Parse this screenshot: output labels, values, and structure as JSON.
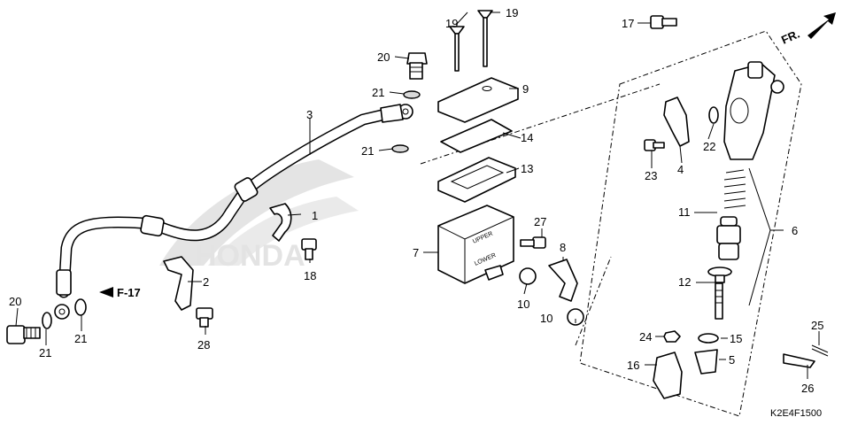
{
  "diagram": {
    "code": "K2E4F1500",
    "direction_label": "FR.",
    "reference_label": "F-17",
    "watermark": "HONDA",
    "callouts": {
      "c1": "1",
      "c2": "2",
      "c3": "3",
      "c4": "4",
      "c5": "5",
      "c6": "6",
      "c7": "7",
      "c8": "8",
      "c9": "9",
      "c10a": "10",
      "c10b": "10",
      "c11": "11",
      "c12": "12",
      "c13": "13",
      "c14": "14",
      "c15": "15",
      "c16": "16",
      "c17": "17",
      "c18": "18",
      "c19a": "19",
      "c19b": "19",
      "c20a": "20",
      "c20b": "20",
      "c21a": "21",
      "c21b": "21",
      "c21c": "21",
      "c21d": "21",
      "c22": "22",
      "c23": "23",
      "c24": "24",
      "c25": "25",
      "c26": "26",
      "c27": "27",
      "c28": "28"
    },
    "reservoir_text": {
      "upper": "UPPER",
      "lower": "LOWER"
    }
  }
}
